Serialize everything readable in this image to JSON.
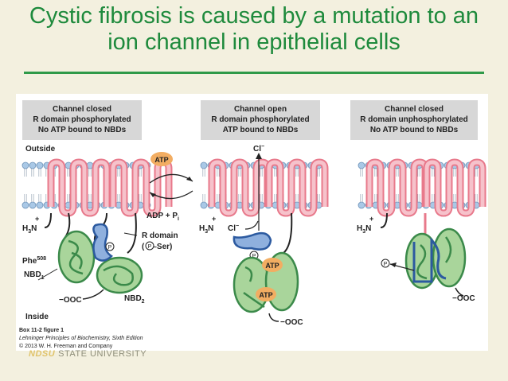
{
  "slide": {
    "title_line1": "Cystic fibrosis is caused by a mutation to an",
    "title_line2": "ion channel in epithelial cells"
  },
  "panels": [
    {
      "line1": "Channel closed",
      "line2": "R domain phosphorylated",
      "line3": "No ATP bound to NBDs"
    },
    {
      "line1": "Channel open",
      "line2": "R domain phosphorylated",
      "line3": "ATP bound to NBDs"
    },
    {
      "line1": "Channel closed",
      "line2": "R domain unphosphorylated",
      "line3": "No ATP bound to NBDs"
    }
  ],
  "labels": {
    "outside": "Outside",
    "inside": "Inside",
    "atp": "ATP",
    "adp": "ADP + P",
    "adp_sub": "i",
    "cl_minus": "Cl",
    "cl_sup": "−",
    "h3n": "H",
    "h3n_3": "3",
    "h3n_n": "N",
    "h3n_plus": "+",
    "p": "P",
    "r_domain": "R domain",
    "p_ser_open": "(",
    "p_ser": "–Ser)",
    "phe": "Phe",
    "phe_sup": "508",
    "nbd1": "NBD",
    "nbd1_sub": "1",
    "nbd2": "NBD",
    "nbd2_sub": "2",
    "ooc": "OOC",
    "ooc_pre": "−"
  },
  "caption": {
    "line1": "Box 11-2 figure 1",
    "line2": "Lehninger Principles of Biochemistry, Sixth Edition",
    "line3": "© 2013 W. H. Freeman and Company"
  },
  "footer": {
    "logo": "NDSU",
    "text": "STATE UNIVERSITY"
  },
  "colors": {
    "title": "#1e8a3c",
    "helix": "#e8798b",
    "helix_fill": "#f6c2cb",
    "membrane": "#a9c8e6",
    "nbd": "#3b8a4a",
    "nbd_fill": "#a9d59b",
    "rdomain": "#2c5aa0",
    "rdomain_fill": "#8fb0de",
    "atp": "#f2ad62",
    "header_bg": "#d7d7d7"
  }
}
